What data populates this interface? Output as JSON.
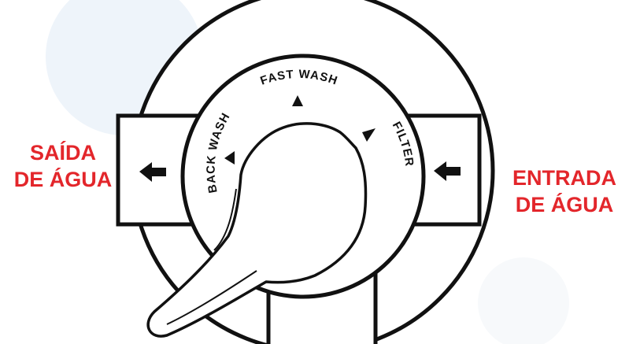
{
  "labels": {
    "outlet_line1": "SAÍDA",
    "outlet_line2": "DE ÁGUA",
    "inlet_line1": "ENTRADA",
    "inlet_line2": "DE ÁGUA"
  },
  "dial": {
    "positions": [
      "BACK WASH",
      "FAST WASH",
      "FILTER"
    ]
  },
  "colors": {
    "label": "#e3262b",
    "line": "#111111",
    "background_circle": "#eef4fa"
  },
  "icons": [
    "arrow-left-icon",
    "triangle-marker-icon"
  ]
}
